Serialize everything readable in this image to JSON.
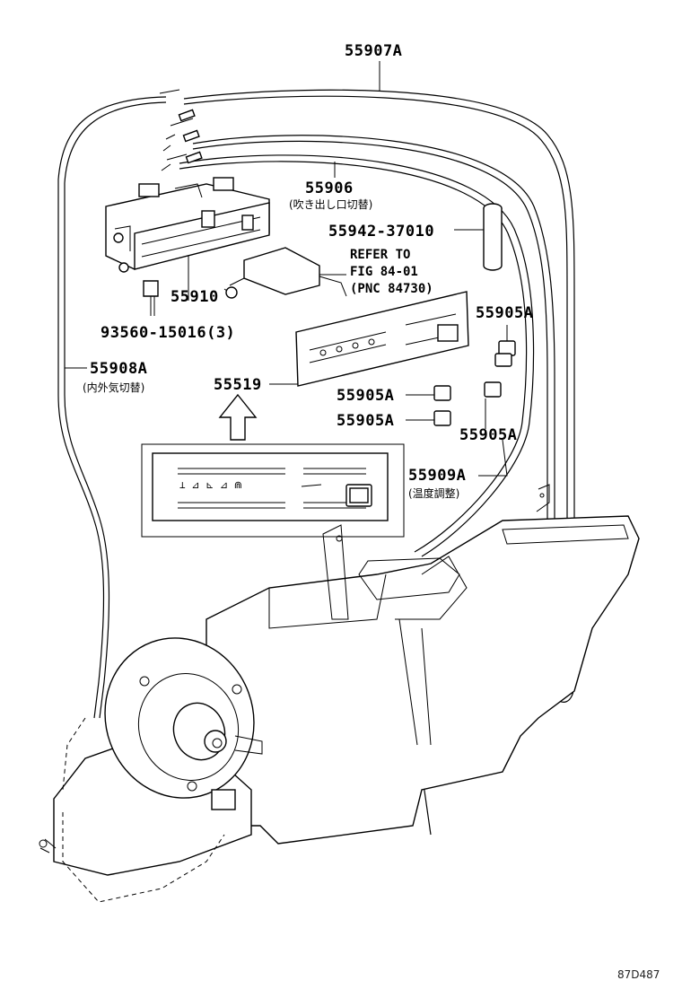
{
  "labels": {
    "cable_top": "55907A",
    "cable_mode": "55906",
    "cable_mode_jp": "(吹き出し口切替)",
    "rod": "55942-37010",
    "refer_1": "REFER TO",
    "refer_2": "FIG 84-01",
    "refer_3": "(PNC 84730)",
    "control_assy": "55910",
    "screw": "93560-15016(3)",
    "knob_1": "55905A",
    "knob_2": "55905A",
    "knob_3": "55905A",
    "knob_4": "55905A",
    "cable_intake": "55908A",
    "cable_intake_jp": "(内外気切替)",
    "panel": "55519",
    "cable_temp": "55909A",
    "cable_temp_jp": "(温度調整)",
    "figure_code": "87D487"
  }
}
